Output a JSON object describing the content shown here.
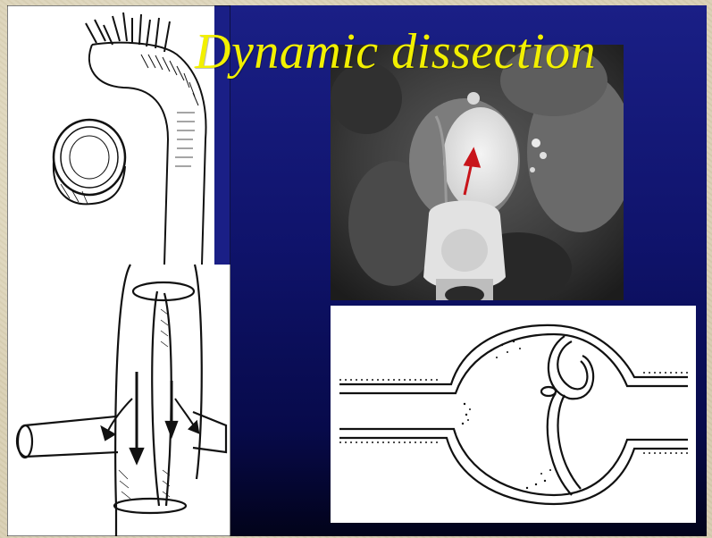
{
  "slide": {
    "title": "Dynamic dissection"
  },
  "colors": {
    "title": "#f2f000",
    "background_top": "#1a1f86",
    "background_bottom": "#02031a",
    "arrow": "#c8141a"
  },
  "figures": {
    "aorta_illustration": {
      "icon": "dissected-aorta-drawing"
    },
    "ct_scan": {
      "icon": "ct-axial-image",
      "marker": "red-arrow"
    },
    "schematic": {
      "icon": "dissection-flap-diagram"
    }
  }
}
